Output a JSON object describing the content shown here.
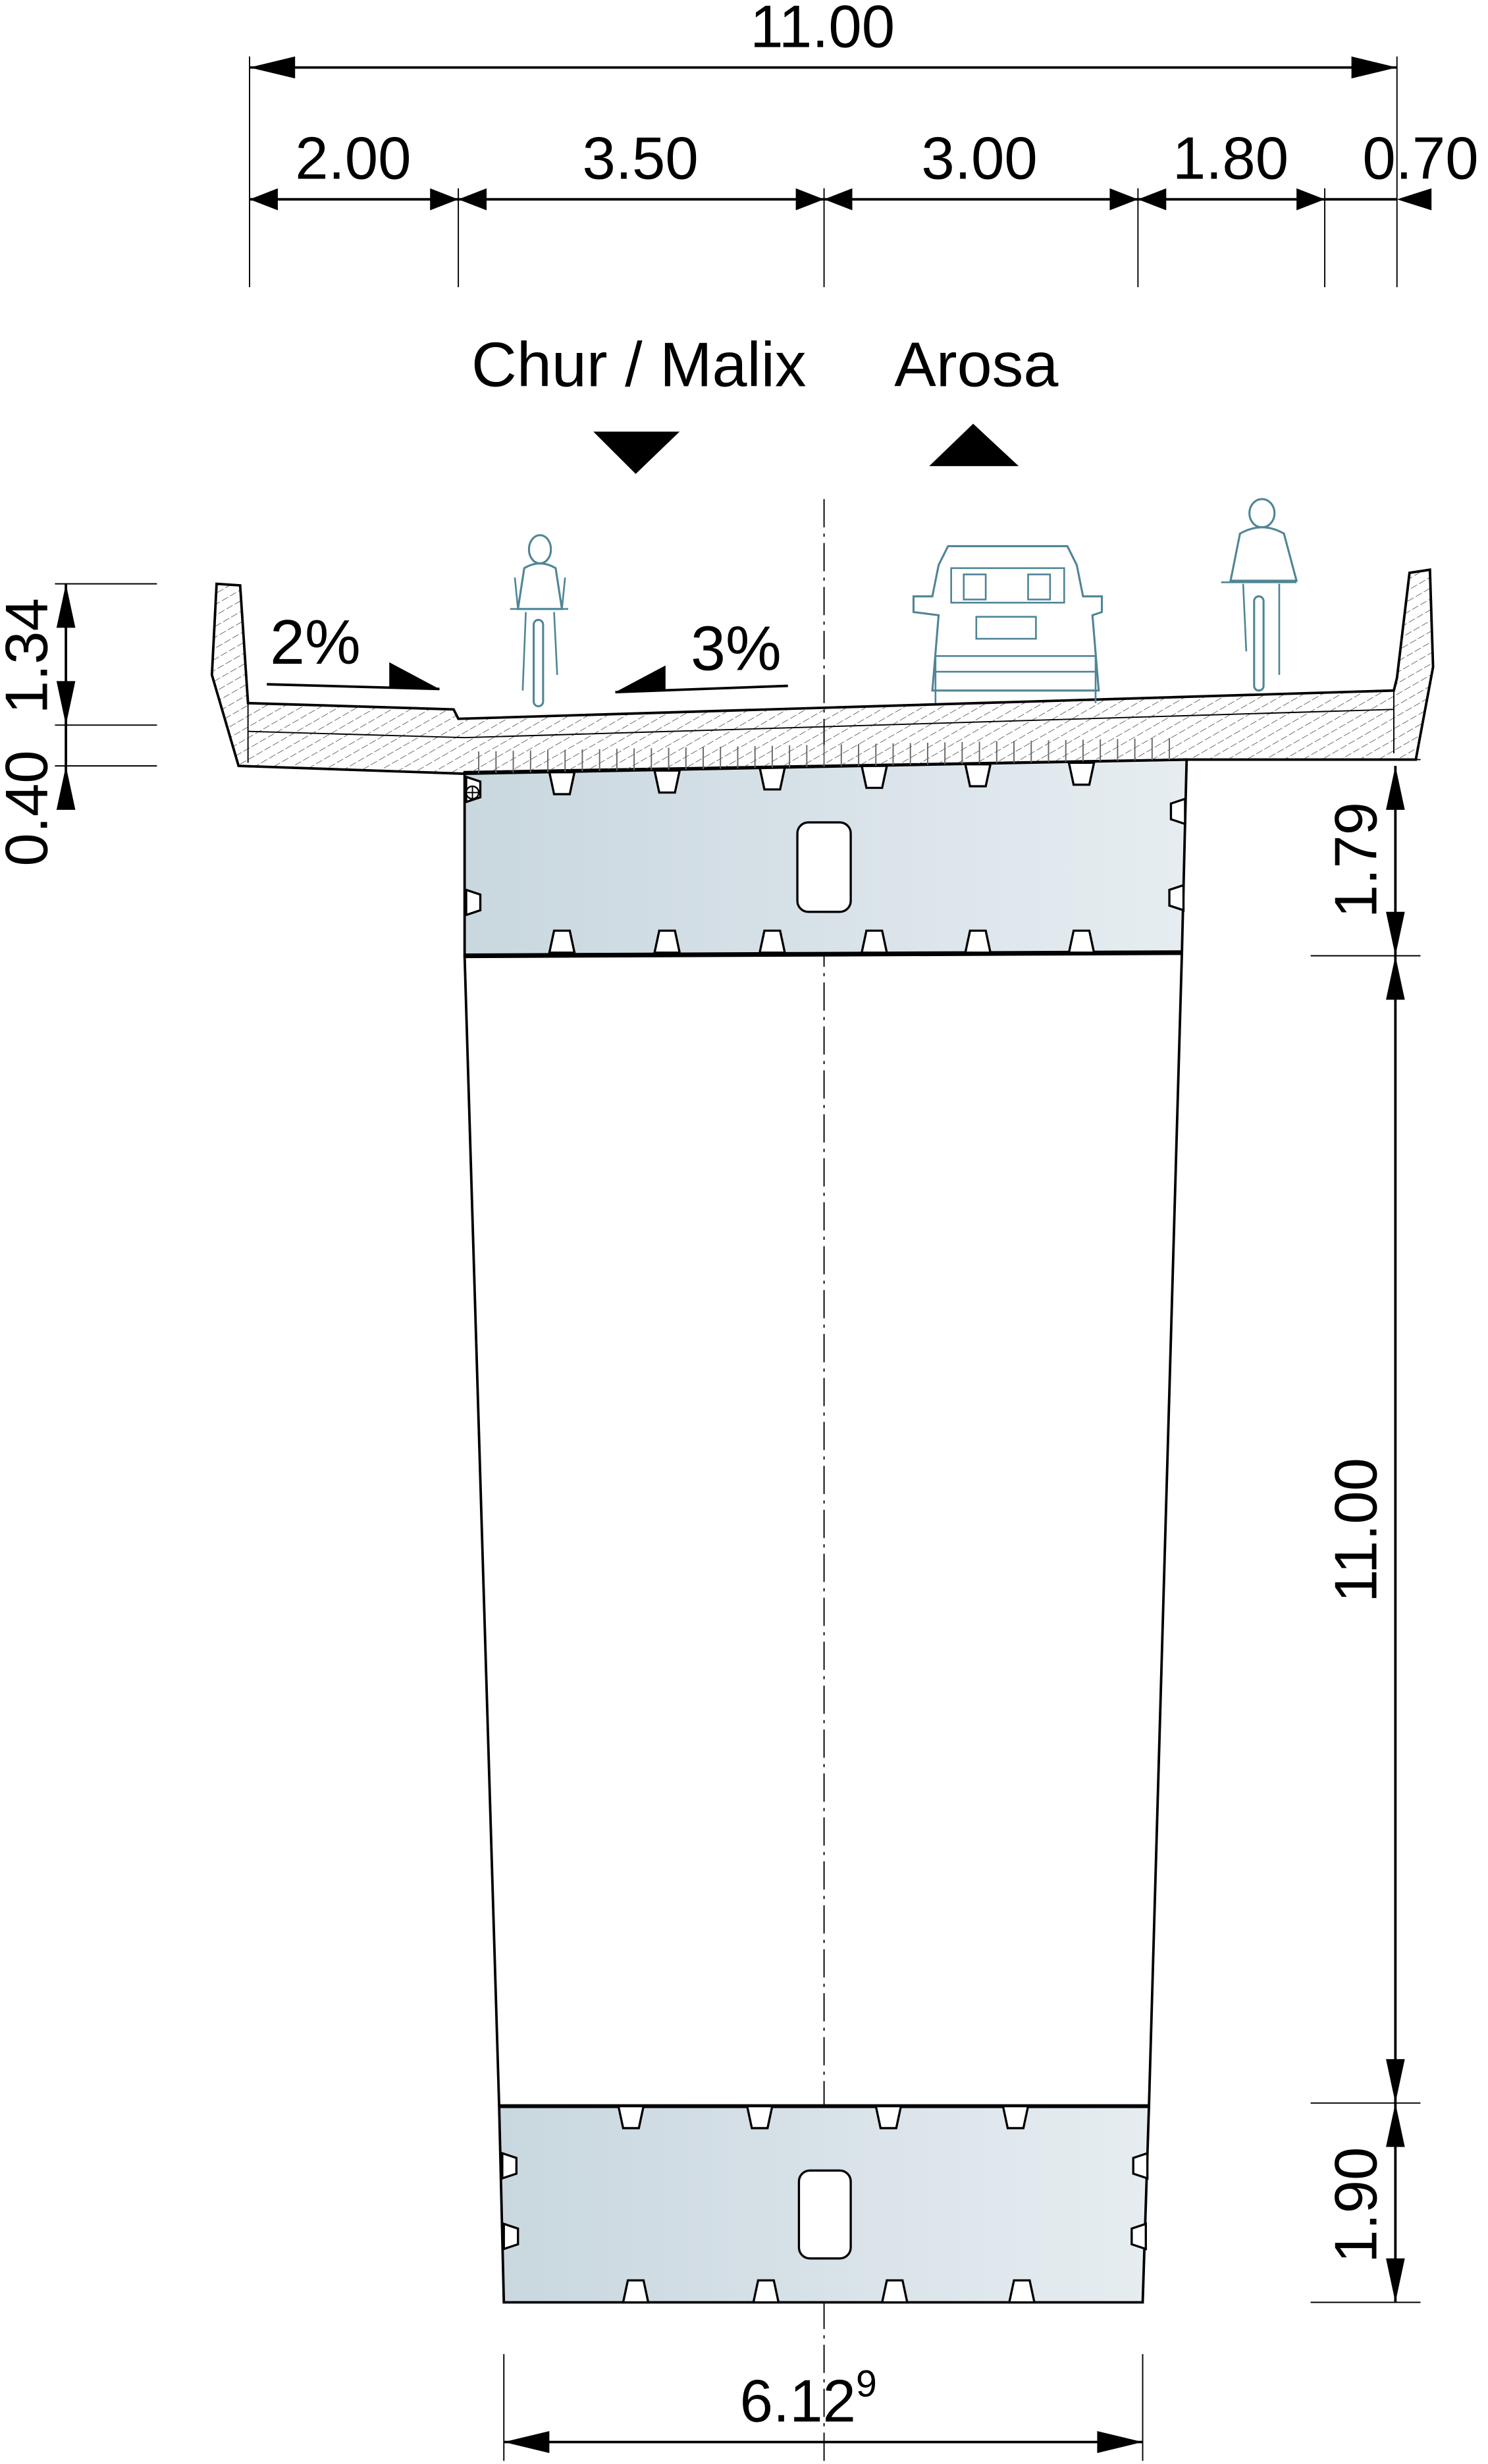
{
  "dimensions": {
    "overall_width": "11.00",
    "segments": [
      "2.00",
      "3.50",
      "3.00",
      "1.80",
      "0.70"
    ],
    "left": [
      "1.34",
      "0.40"
    ],
    "right": [
      "1.79",
      "11.00",
      "1.90"
    ],
    "bottom": "6.12",
    "bottom_sup": "9"
  },
  "directions": {
    "left": "Chur / Malix",
    "right": "Arosa"
  },
  "slopes": {
    "left": "2%",
    "right": "3%"
  },
  "colors": {
    "steel_box_light": "#e6edf1",
    "steel_box_dark": "#c9d7df",
    "figures": "#4f8596",
    "lines": "#000000"
  }
}
